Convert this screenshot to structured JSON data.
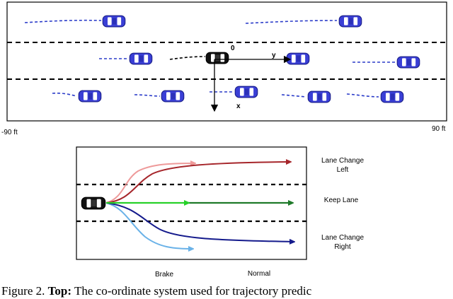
{
  "top": {
    "range_left": "-90 ft",
    "range_right": "90 ft",
    "origin_label": "0",
    "y_axis_label": "y",
    "x_axis_label": "x"
  },
  "bottom": {
    "labels": {
      "lane_change_left": [
        "Lane Change",
        "Left"
      ],
      "keep_lane": "Keep Lane",
      "lane_change_right": [
        "Lane Change",
        "Right"
      ],
      "brake": "Brake",
      "normal": "Normal"
    },
    "colors": {
      "lcl_normal": "#a6262b",
      "lcl_brake": "#ee9a9a",
      "keep_normal": "#1f7a2a",
      "keep_brake": "#27d12a",
      "lcr_normal": "#141a8c",
      "lcr_brake": "#6ab2e8"
    }
  },
  "caption": {
    "prefix": "Figure 2. ",
    "bold": "Top:",
    "rest": " The co-ordinate system used for trajectory predic"
  }
}
